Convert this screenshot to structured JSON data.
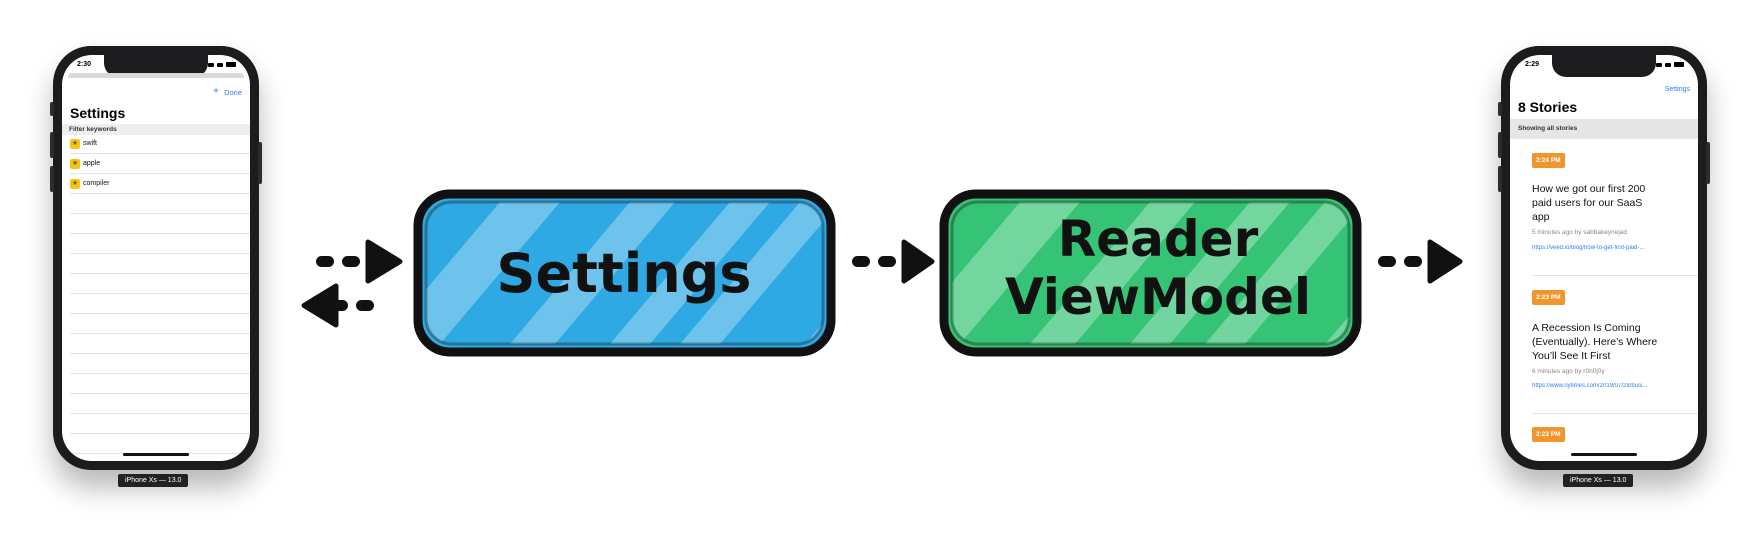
{
  "diagram": {
    "settings_box_label": "Settings",
    "viewmodel_box_line1": "Reader",
    "viewmodel_box_line2": "ViewModel",
    "colors": {
      "settings_fill": "#2ea9e3",
      "viewmodel_fill": "#35c475",
      "stroke": "#111111"
    }
  },
  "left_phone": {
    "status_time": "2:30",
    "device_label": "iPhone Xs — 13.0",
    "nav": {
      "add_icon": "+",
      "done_label": "Done"
    },
    "title": "Settings",
    "section_header": "Filter keywords",
    "keywords": [
      "swift",
      "apple",
      "compiler"
    ],
    "keyword_icon": "star-icon"
  },
  "right_phone": {
    "status_time": "2:29",
    "device_label": "iPhone Xs — 13.0",
    "settings_link": "Settings",
    "title": "8 Stories",
    "filter_text": "Showing all stories",
    "stories": [
      {
        "time": "2:24 PM",
        "title": "How we got our first 200 paid users for our SaaS app",
        "meta": "5 minutes ago by sabbakeynejad",
        "url": "https://veed.io/blog/how-to-get-first-paid-..."
      },
      {
        "time": "2:23 PM",
        "title": "A Recession Is Coming (Eventually). Here’s Where You’ll See It First",
        "meta": "6 minutes ago by r0n0j0y",
        "url": "https://www.nytimes.com/2019/07/28/busi..."
      },
      {
        "time": "2:23 PM",
        "title": "",
        "meta": "",
        "url": ""
      }
    ]
  }
}
